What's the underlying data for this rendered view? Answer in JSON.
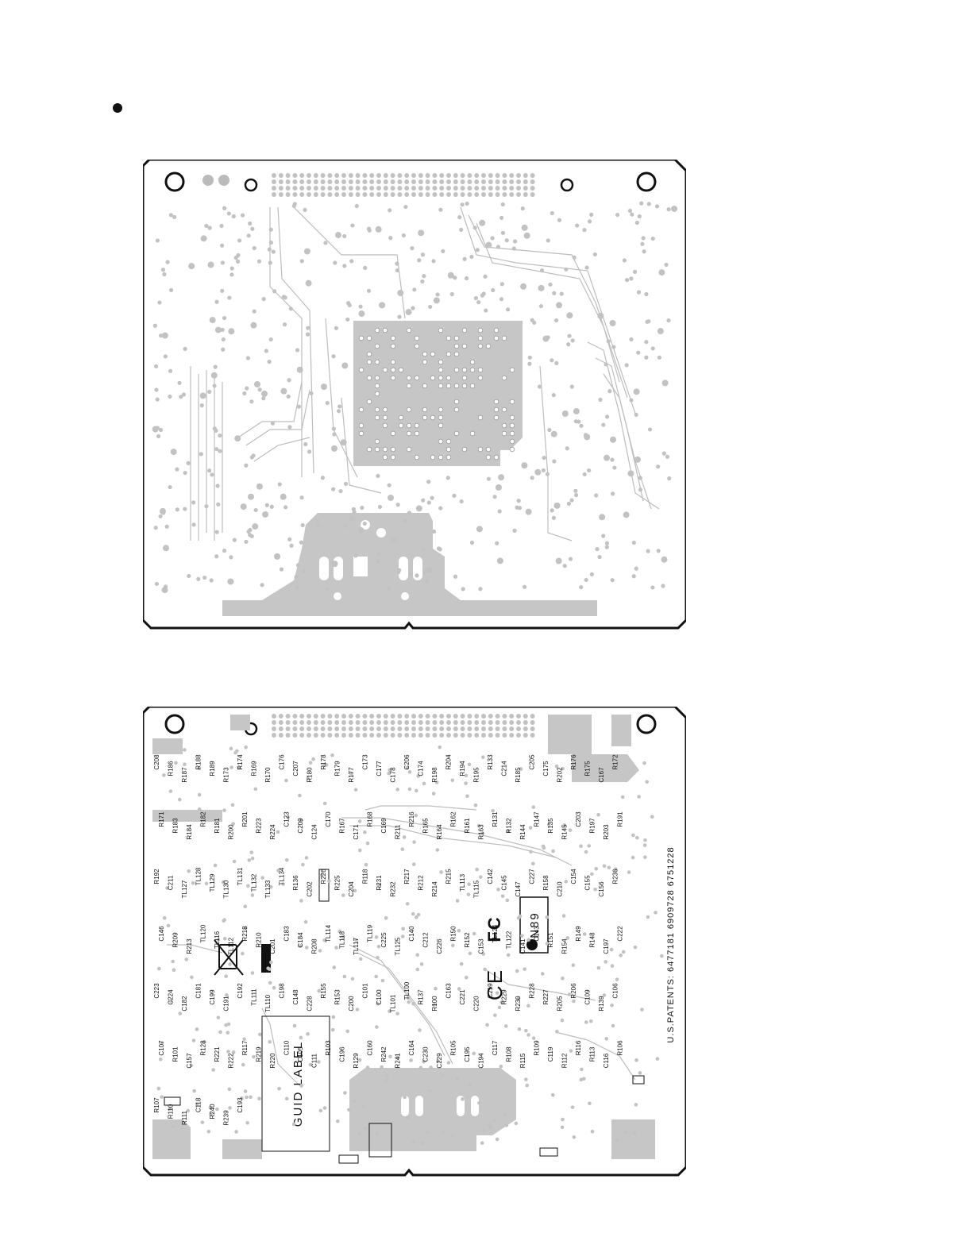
{
  "top_board": {
    "name": "pcb-top-view"
  },
  "bottom_board": {
    "guid_label": "GUID LABEL",
    "patents": "U.S.PATENTS: 6477181 6909728 6751228",
    "model_mark": "N89",
    "fcc_mark": "FC",
    "ce_mark": "CE",
    "labels": [
      "C208",
      "R186",
      "R187",
      "R188",
      "R189",
      "R173",
      "R174",
      "R169",
      "R170",
      "C176",
      "C207",
      "R180",
      "R178",
      "R179",
      "R177",
      "C173",
      "C177",
      "C178",
      "C206",
      "C174",
      "R198",
      "R204",
      "R194",
      "R195",
      "R133",
      "C214",
      "R185",
      "C205",
      "C175",
      "R202",
      "R176",
      "R175",
      "C167",
      "R172",
      "R171",
      "R183",
      "R184",
      "R182",
      "R181",
      "R200",
      "R201",
      "R223",
      "R224",
      "C123",
      "C209",
      "C124",
      "C170",
      "R167",
      "C171",
      "R168",
      "C169",
      "R211",
      "R216",
      "R165",
      "R164",
      "R162",
      "R161",
      "R163",
      "R131",
      "R132",
      "R144",
      "R147",
      "R135",
      "R145",
      "C203",
      "R197",
      "R203",
      "R191",
      "R192",
      "C211",
      "TL127",
      "TL128",
      "TL129",
      "TL130",
      "TL131",
      "TL132",
      "TL133",
      "TL134",
      "R136",
      "C202",
      "R226",
      "R225",
      "C204",
      "R118",
      "R231",
      "R232",
      "R217",
      "R212",
      "R214",
      "R215",
      "TL113",
      "TL115",
      "C142",
      "C145",
      "C147",
      "C227",
      "R158",
      "C210",
      "C154",
      "C155",
      "C156",
      "R236",
      "C146",
      "R209",
      "R213",
      "TL120",
      "TL116",
      "TL112",
      "R218",
      "R210",
      "C201",
      "C183",
      "C184",
      "R208",
      "TL114",
      "TL118",
      "TL117",
      "TL119",
      "C225",
      "TL125",
      "C140",
      "C212",
      "C226",
      "R150",
      "R152",
      "C153",
      "TL124",
      "TL122",
      "C141",
      "C143",
      "R151",
      "R154",
      "R149",
      "R148",
      "C197",
      "C222",
      "C223",
      "C224",
      "C182",
      "C181",
      "C199",
      "C191",
      "C192",
      "TL111",
      "TL110",
      "C198",
      "C148",
      "C228",
      "R155",
      "R153",
      "C200",
      "C101",
      "C100",
      "TL101",
      "TL100",
      "R137",
      "R100",
      "C163",
      "C221",
      "C220",
      "C219",
      "R229",
      "R230",
      "R228",
      "R227",
      "R205",
      "R206",
      "C109",
      "R139",
      "C106",
      "C107",
      "R101",
      "C157",
      "R128",
      "R221",
      "R222",
      "R117",
      "R219",
      "R220",
      "C110",
      "C105",
      "C111",
      "R103",
      "C196",
      "R129",
      "C160",
      "R242",
      "R241",
      "C164",
      "C230",
      "C229",
      "R105",
      "C195",
      "C194",
      "C117",
      "R108",
      "R115",
      "R109",
      "C119",
      "R112",
      "R116",
      "R113",
      "C116",
      "R106",
      "R107",
      "R110",
      "R111",
      "C118",
      "R240",
      "R239",
      "C193"
    ]
  }
}
